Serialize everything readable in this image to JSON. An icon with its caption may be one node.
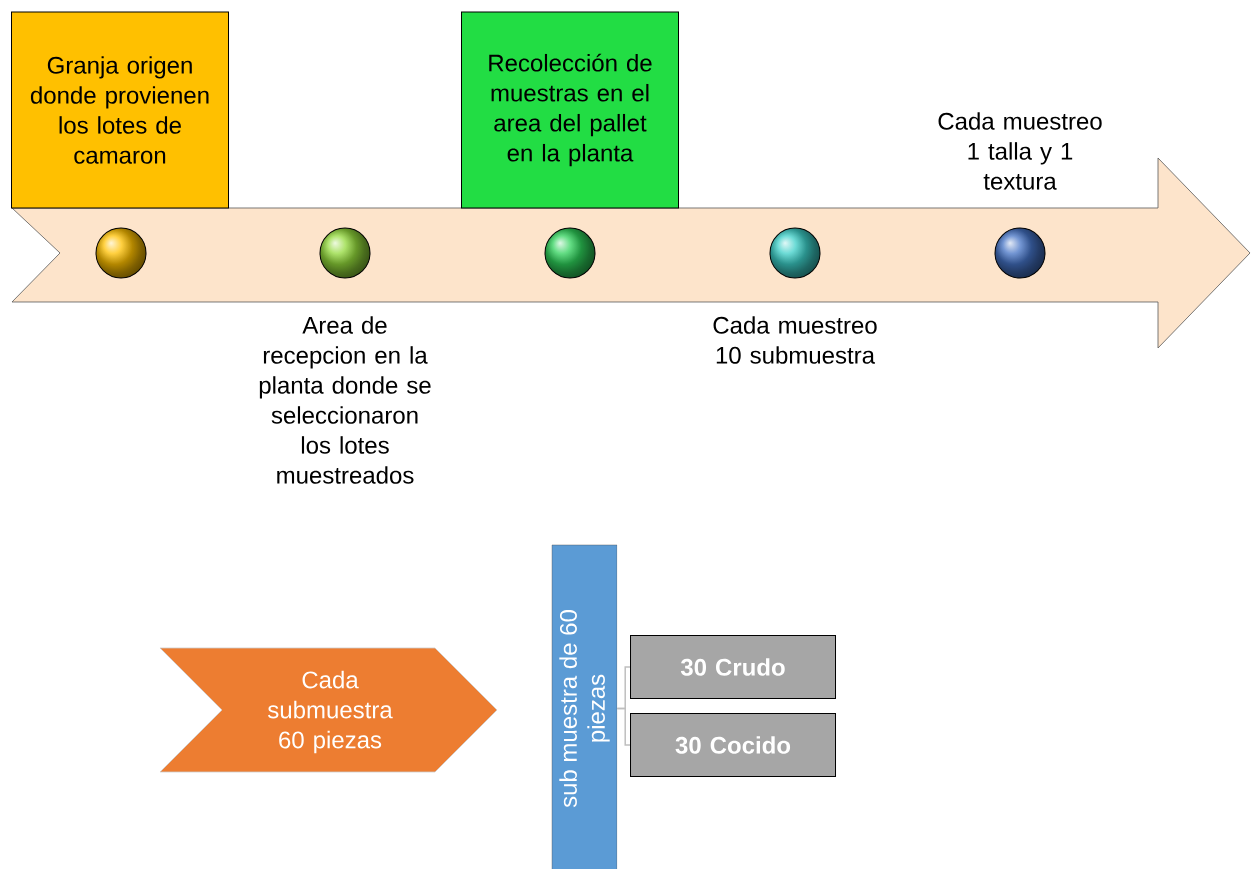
{
  "diagram": {
    "nodes": [
      {
        "text": [],
        "shape": "arrow"
      },
      {
        "text": [
          "Granja origen donde provienen los lotes de camaron"
        ]
      },
      {
        "text": [
          "Recolección de muestras en el area del pallet en la planta"
        ]
      },
      {
        "text": [],
        "shape": "circle",
        "in": 0
      },
      {
        "text": [],
        "shape": "circle",
        "in": 0,
        "beside": [
          "Area de recepcion en la planta donde se seleccionaron los lotes muestreados"
        ]
      },
      {
        "text": [],
        "shape": "circle",
        "in": 0
      },
      {
        "text": [],
        "shape": "circle",
        "in": 0,
        "beside": [
          "Cada muestreo 10 submuestra"
        ]
      },
      {
        "text": [],
        "shape": "circle",
        "in": 0,
        "beside": [
          "Cada muestreo 1 talla y 1 textura"
        ]
      },
      {
        "text": [
          "Cada submuestra 60 piezas"
        ]
      },
      {
        "text": [
          "sub muestra de 60 piezas"
        ]
      },
      {
        "text": [
          "30 Crudo"
        ]
      },
      {
        "text": [
          "30 Cocido"
        ]
      }
    ],
    "edges": [
      {
        "from": 9,
        "to": 10,
        "arrow": "none"
      },
      {
        "from": 9,
        "to": 11,
        "arrow": "none"
      }
    ]
  }
}
